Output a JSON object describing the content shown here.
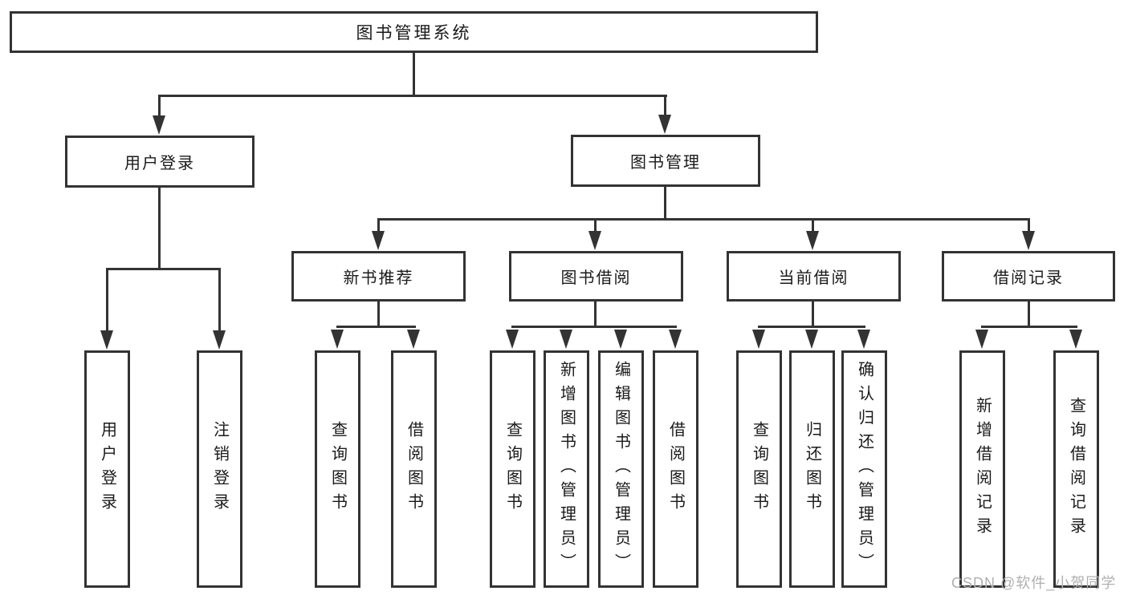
{
  "diagram": {
    "title": "图书管理系统",
    "colors": {
      "line": "#333333",
      "box_border": "#333333",
      "text": "#1a1a1a",
      "watermark_text": "#b0b0b0",
      "background": "#ffffff"
    },
    "tree": {
      "root": {
        "label": "图书管理系统"
      },
      "branches": [
        {
          "label": "用户登录",
          "children": [
            {
              "label": "用户登录"
            },
            {
              "label": "注销登录"
            }
          ]
        },
        {
          "label": "图书管理",
          "children": [
            {
              "label": "新书推荐",
              "children": [
                {
                  "label": "查询图书"
                },
                {
                  "label": "借阅图书"
                }
              ]
            },
            {
              "label": "图书借阅",
              "children": [
                {
                  "label": "查询图书"
                },
                {
                  "label": "新增图书（管理员）"
                },
                {
                  "label": "编辑图书（管理员）"
                },
                {
                  "label": "借阅图书"
                }
              ]
            },
            {
              "label": "当前借阅",
              "children": [
                {
                  "label": "查询图书"
                },
                {
                  "label": "归还图书"
                },
                {
                  "label": "确认归还（管理员）"
                }
              ]
            },
            {
              "label": "借阅记录",
              "children": [
                {
                  "label": "新增借阅记录"
                },
                {
                  "label": "查询借阅记录"
                }
              ]
            }
          ]
        }
      ]
    },
    "watermark": "CSDN @软件_小贺同学"
  }
}
